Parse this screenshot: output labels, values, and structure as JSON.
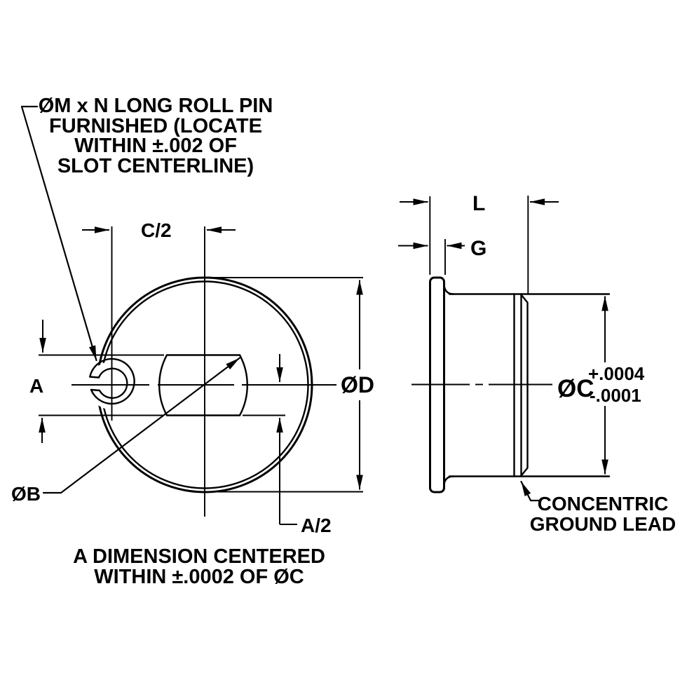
{
  "colors": {
    "ink": "#000000",
    "background": "#ffffff"
  },
  "roll_pin_note": {
    "line1": "ØM x N LONG ROLL PIN",
    "line2": "FURNISHED (LOCATE",
    "line3": "WITHIN ±.002 OF",
    "line4": "SLOT CENTERLINE)"
  },
  "front_view": {
    "label_c_half": "C/2",
    "label_a": "A",
    "label_b": "ØB",
    "label_d": "ØD",
    "label_a_half": "A/2"
  },
  "centering_note": {
    "line1": "A DIMENSION CENTERED",
    "line2": "WITHIN ±.0002 OF ØC"
  },
  "side_view": {
    "label_l": "L",
    "label_g": "G",
    "label_c": "ØC",
    "tolerance_plus": "+.0004",
    "tolerance_minus": "-.0001"
  },
  "ground_lead_note": {
    "line1": "CONCENTRIC",
    "line2": "GROUND LEAD"
  }
}
